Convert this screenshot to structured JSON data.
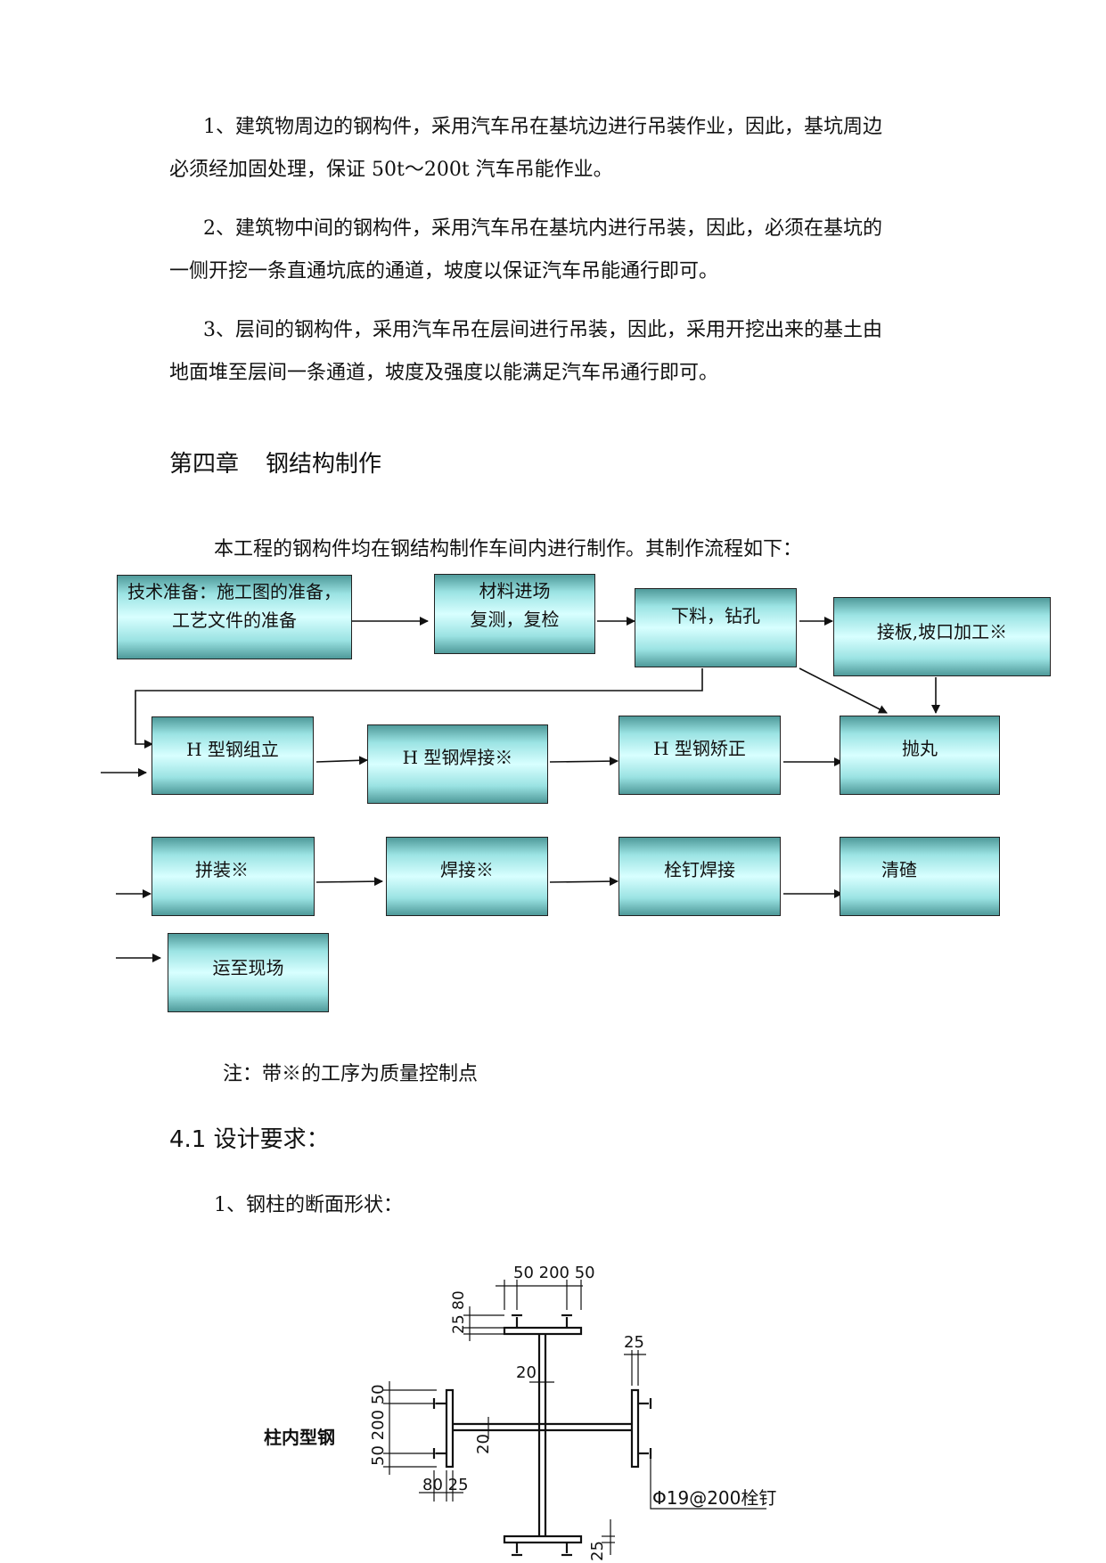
{
  "paragraphs": [
    {
      "line1": "1、建筑物周边的钢构件，采用汽车吊在基坑边进行吊装作业，因此，基坑周边",
      "line2": "必须经加固处理，保证 50t～200t 汽车吊能作业。"
    },
    {
      "line1": "2、建筑物中间的钢构件，采用汽车吊在基坑内进行吊装，因此，必须在基坑的",
      "line2": "一侧开挖一条直通坑底的通道，坡度以保证汽车吊能通行即可。"
    },
    {
      "line1": "3、层间的钢构件，采用汽车吊在层间进行吊装，因此，采用开挖出来的基土由",
      "line2": "地面堆至层间一条通道，坡度及强度以能满足汽车吊通行即可。"
    }
  ],
  "chapter": {
    "number": "第四章",
    "title": "钢结构制作"
  },
  "intro": "本工程的钢构件均在钢结构制作车间内进行制作。其制作流程如下：",
  "flow": {
    "tech_prep": {
      "line1": "技术准备：施工图的准备，",
      "line2": "工艺文件的准备"
    },
    "material": {
      "line1": "材料进场",
      "line2": "复测，复检"
    },
    "cutting": "下料，钻孔",
    "splice": "接板,坡口加工※",
    "h_assemble": "H 型钢组立",
    "h_weld": "H 型钢焊接※",
    "h_correct": "H 型钢矫正",
    "blasting": "抛丸",
    "assembly": "拼装※",
    "welding": "焊接※",
    "stud": "栓钉焊接",
    "cleaning": "清碴",
    "transport": "运至现场"
  },
  "note": "注：带※的工序为质量控制点",
  "section_4_1": "4.1 设计要求：",
  "item1": "1、钢柱的断面形状：",
  "drawing": {
    "label": "柱内型钢",
    "dim_top": "50 200 50",
    "dim_25": "25",
    "dim_80": "80",
    "dim_20a": "20",
    "dim_20b": "20",
    "dim_25_right": "25",
    "dim_left": "50 200 50",
    "dim_bottom_left": "80 25",
    "dim_bottom_right": "25",
    "stud_label": "Φ19@200栓钉"
  },
  "colors": {
    "box_dark": "#4f9a9a",
    "box_light": "#d8ffff"
  }
}
